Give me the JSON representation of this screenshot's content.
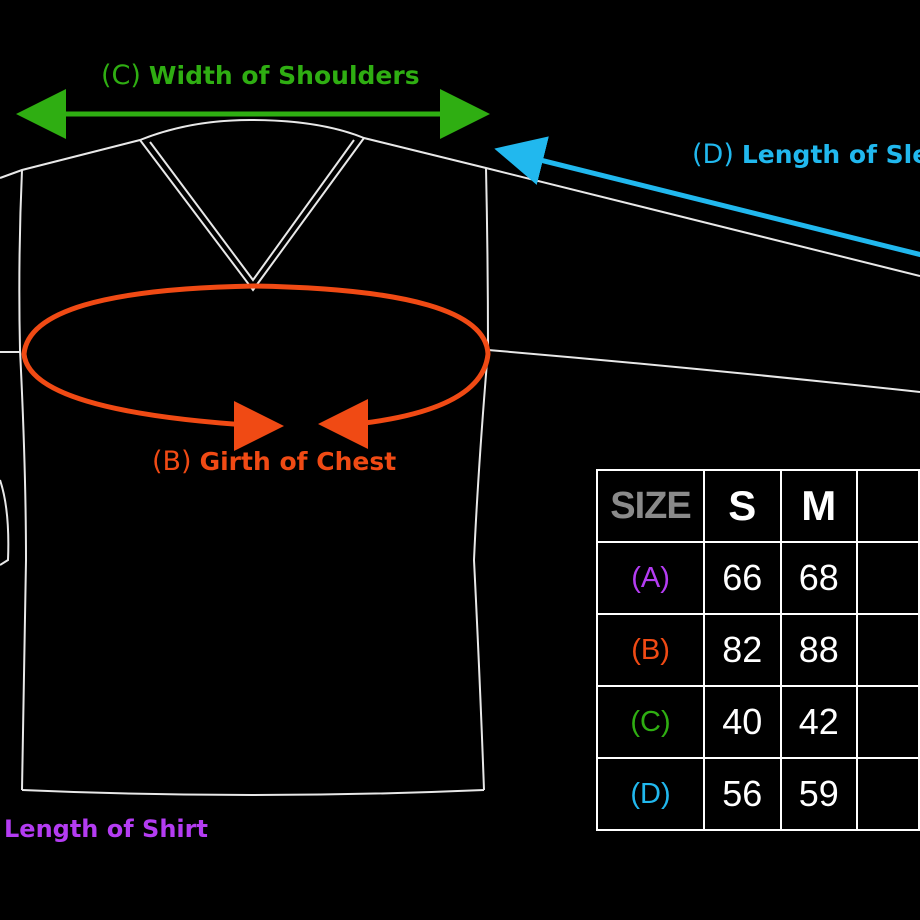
{
  "labels": {
    "a": {
      "code": "",
      "text": "Length of Shirt",
      "color": "#b43cf2"
    },
    "b": {
      "code": "(B)",
      "text": "Girth of Chest",
      "color": "#f04a14"
    },
    "c": {
      "code": "(C)",
      "text": "Width of Shoulders",
      "color": "#2fae12"
    },
    "d": {
      "code": "(D)",
      "text": "Length of Sle",
      "color": "#21b8ee"
    }
  },
  "size_table": {
    "corner": "SIZE",
    "headers": [
      "S",
      "M",
      ""
    ],
    "rows": [
      {
        "label": "(A)",
        "color": "#b43cf2",
        "values": [
          "66",
          "68",
          ""
        ]
      },
      {
        "label": "(B)",
        "color": "#f04a14",
        "values": [
          "82",
          "88",
          ""
        ]
      },
      {
        "label": "(C)",
        "color": "#2fae12",
        "values": [
          "40",
          "42",
          ""
        ]
      },
      {
        "label": "(D)",
        "color": "#21b8ee",
        "values": [
          "56",
          "59",
          ""
        ]
      }
    ]
  }
}
